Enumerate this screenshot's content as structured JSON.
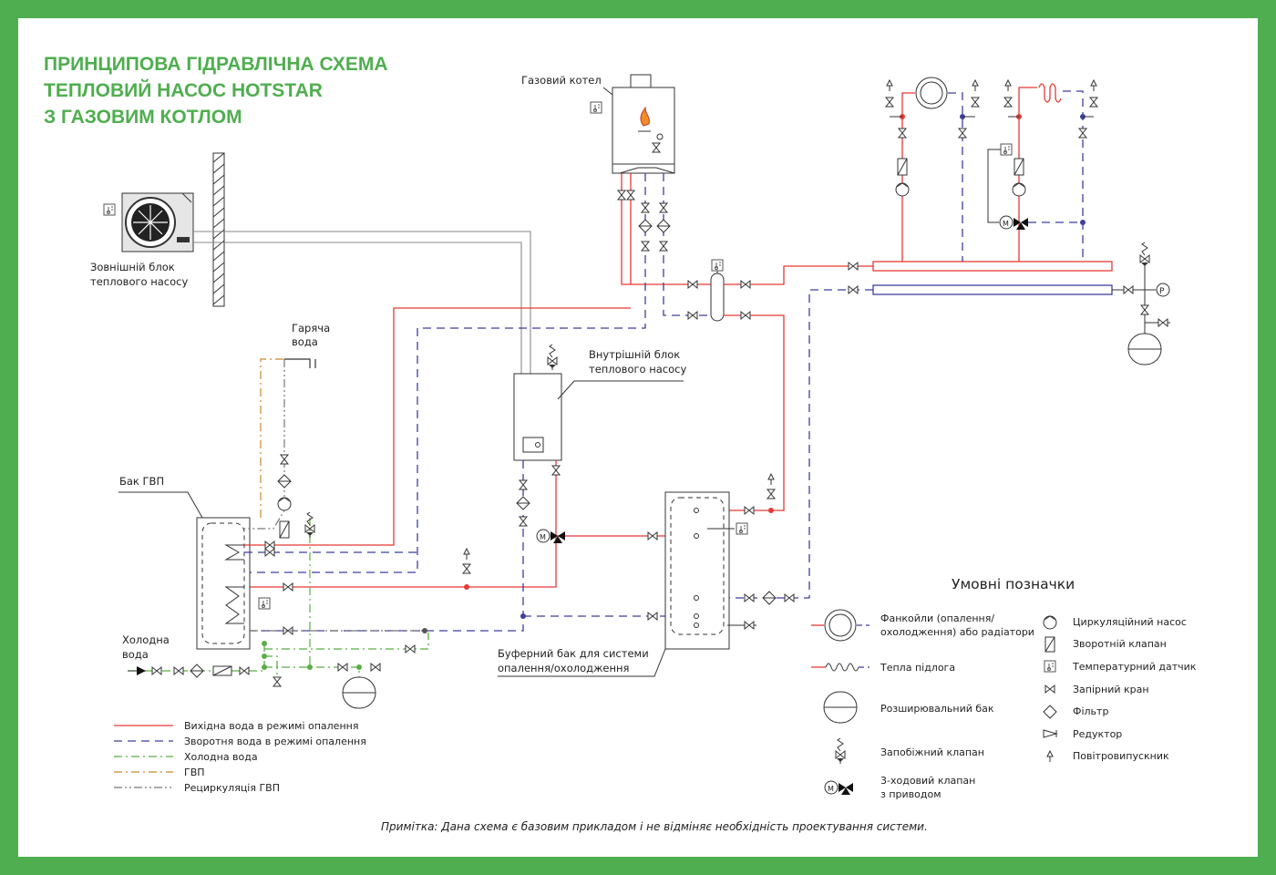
{
  "title": {
    "line1": "ПРИНЦИПОВА ГІДРАВЛІЧНА СХЕМА",
    "line2": "ТЕПЛОВИЙ НАСОС HOTSTAR",
    "line3": "З ГАЗОВИМ КОТЛОМ"
  },
  "labels": {
    "gas_boiler": "Газовий котел",
    "outdoor_1": "Зовнішній блок",
    "outdoor_2": "теплового насосу",
    "hot_water_1": "Гаряча",
    "hot_water_2": "вода",
    "indoor_1": "Внутрішній блок",
    "indoor_2": "теплового насосу",
    "dhw_tank": "Бак ГВП",
    "cold_water_1": "Холодна",
    "cold_water_2": "вода",
    "buffer_1": "Буферний бак для системи",
    "buffer_2": "опалення/охолодження"
  },
  "line_legend": [
    {
      "label": "Вихідна вода в режимі опалення",
      "color": "#e53935",
      "dash": ""
    },
    {
      "label": "Зворотня вода в режимі опалення",
      "color": "#3f3f9f",
      "dash": "9,6"
    },
    {
      "label": "Холодна вода",
      "color": "#5aae45",
      "dash": "9,4,2,4"
    },
    {
      "label": "ГВП",
      "color": "#c98a2d",
      "dash": "9,4,2,4"
    },
    {
      "label": "Рециркуляція ГВП",
      "color": "#777777",
      "dash": "9,3,2,3,2,3"
    }
  ],
  "symbols_legend": {
    "heading": "Умовні позначки",
    "fancoil_1": "Фанкойли (опалення/",
    "fancoil_2": "охолодження) або радіатори",
    "floor": "Тепла підлога",
    "expansion": "Розширювальний бак",
    "safety": "Запобіжний клапан",
    "threeway_1": "3-ходовий клапан",
    "threeway_2": "з приводом",
    "pump": "Циркуляційний насос",
    "check": "Зворотній клапан",
    "sensor": "Температурний датчик",
    "shutoff": "Запірний кран",
    "filter": "Фільтр",
    "reducer": "Редуктор",
    "air_vent": "Повітровипускник"
  },
  "note": "Примітка: Дана схема є базовим прикладом і не відміняє необхідність проектування системи.",
  "colors": {
    "brand_green": "#4fae4f",
    "supply_red": "#e53935",
    "return_blue": "#3f3f9f",
    "cold_green": "#5aae45",
    "dhw_orange": "#c98a2d",
    "recirc_gray": "#777777"
  },
  "icons": [
    "fan-icon",
    "flame-icon",
    "thermometer-icon",
    "pressure-gauge-icon"
  ]
}
